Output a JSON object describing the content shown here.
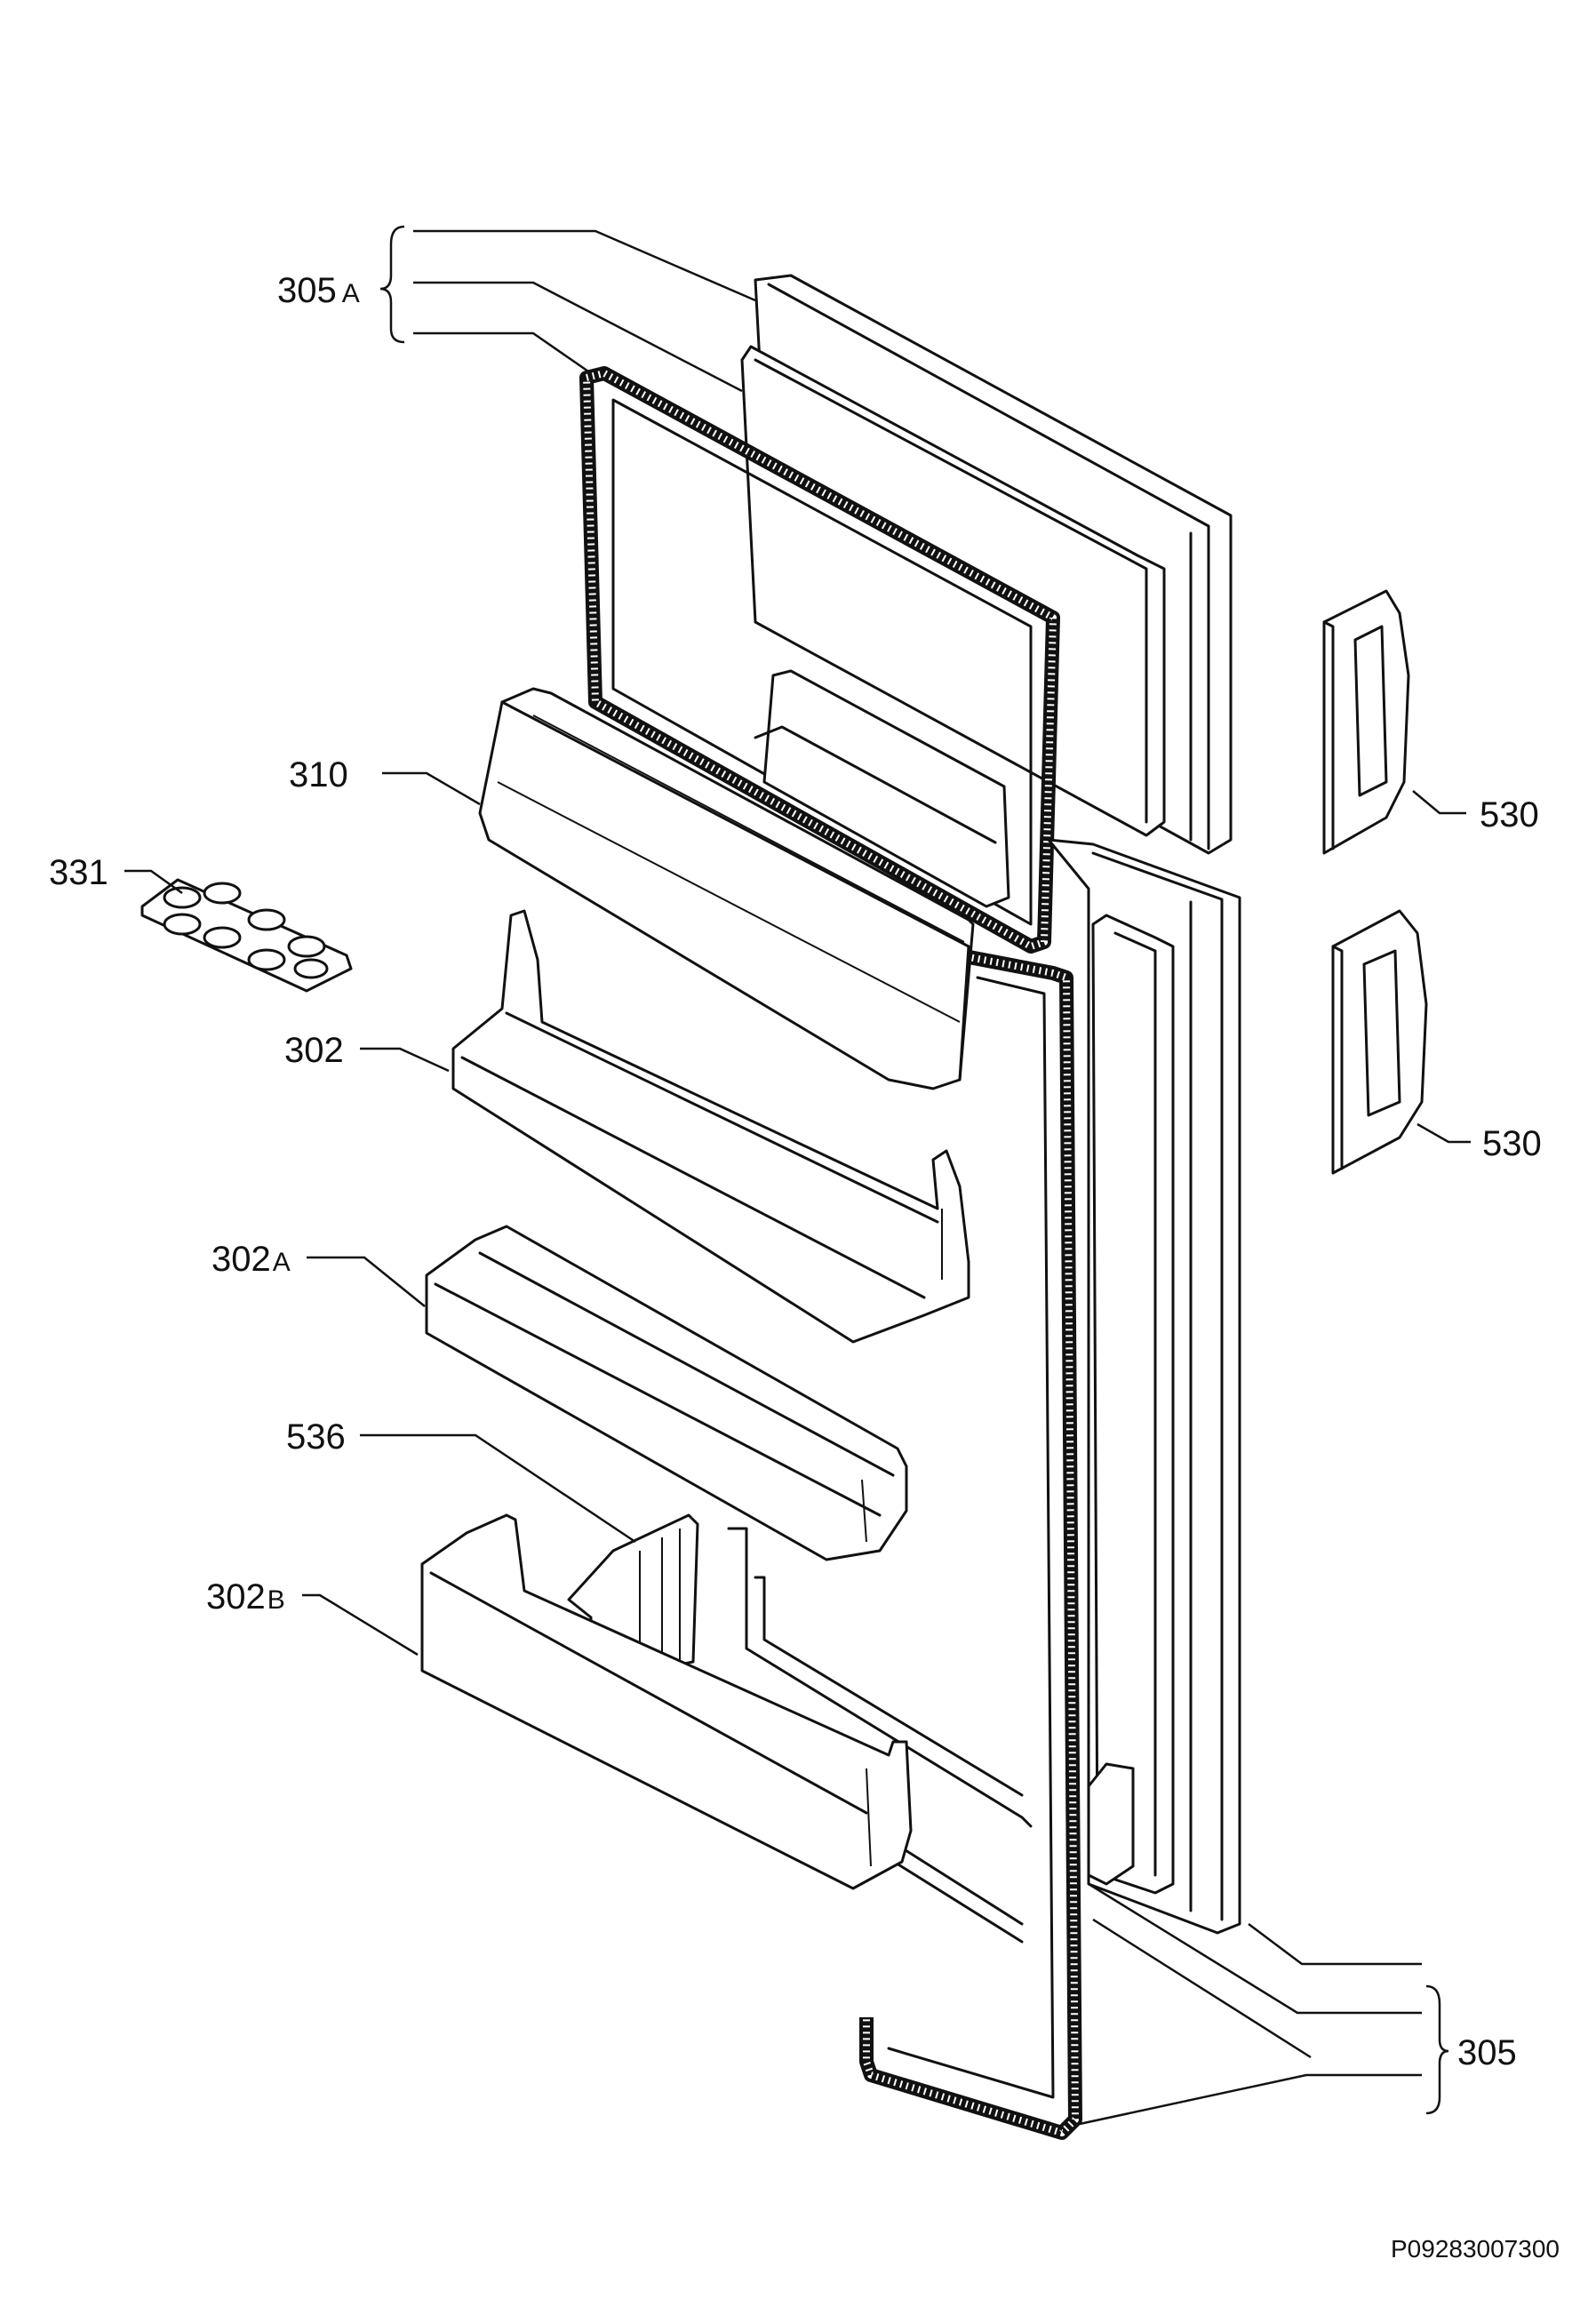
{
  "diagram": {
    "labels": {
      "l305a_num": "305",
      "l305a_suf": "A",
      "l310": "310",
      "l331": "331",
      "l302": "302",
      "l302a_num": "302",
      "l302a_suf": "A",
      "l536": "536",
      "l302b_num": "302",
      "l302b_suf": "B",
      "l530_upper": "530",
      "l530_lower": "530",
      "l305": "305"
    },
    "figure_code": "P09283007300"
  }
}
